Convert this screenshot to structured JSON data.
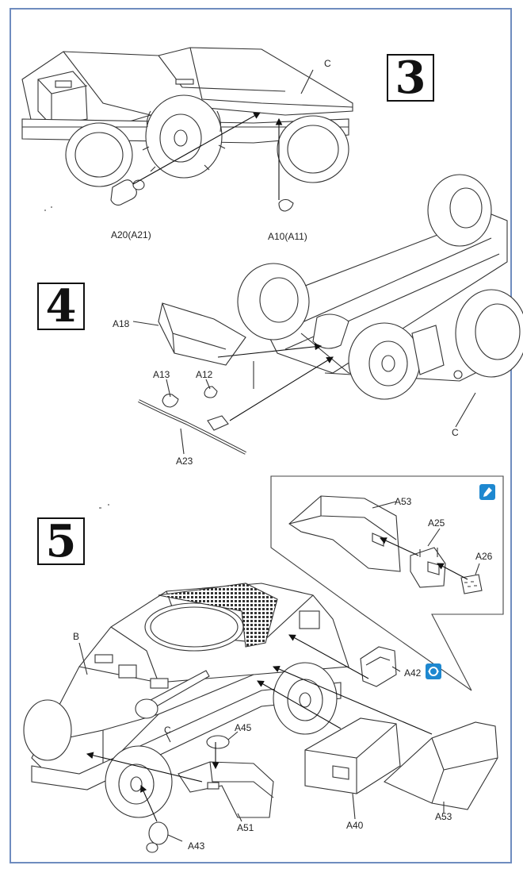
{
  "steps": {
    "s3": "3",
    "s4": "4",
    "s5": "5"
  },
  "labels": {
    "s3_c": "C",
    "s3_a20": "A20(A21)",
    "s3_a10": "A10(A11)",
    "s4_a18": "A18",
    "s4_a13": "A13",
    "s4_a12": "A12",
    "s4_a23": "A23",
    "s4_c": "C",
    "s5_b": "B",
    "s5_c": "C",
    "s5_a45": "A45",
    "s5_a51": "A51",
    "s5_a43": "A43",
    "s5_a40": "A40",
    "s5_a42": "A42",
    "s5_a53": "A53",
    "inset_a53": "A53",
    "inset_a25": "A25",
    "inset_a26": "A26"
  },
  "icons": {
    "glue": "glue-icon",
    "rotate": "rotate-view-icon"
  },
  "colors": {
    "border": "#6f8cbf",
    "icon": "#1e88d0",
    "ink": "#222222"
  }
}
